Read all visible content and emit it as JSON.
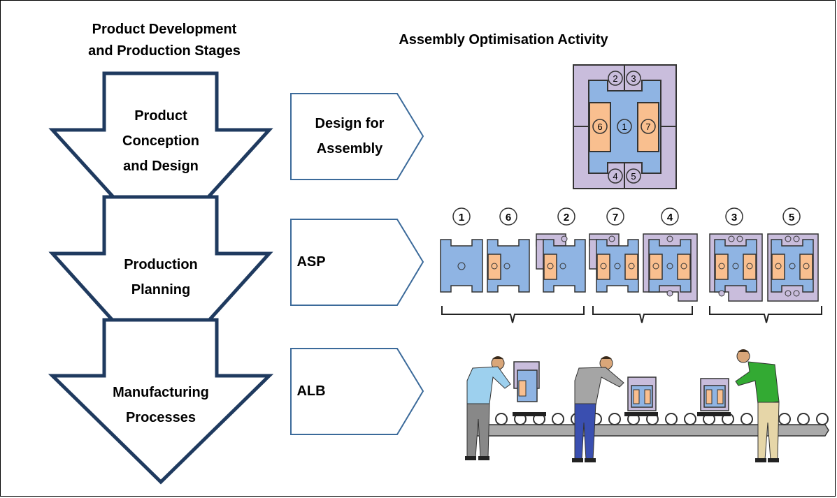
{
  "headers": {
    "left_line1": "Product Development",
    "left_line2": "and Production Stages",
    "right": "Assembly Optimisation Activity"
  },
  "stages": [
    {
      "line1": "Product",
      "line2": "Conception",
      "line3": "and Design"
    },
    {
      "line1": "Production",
      "line2": "Planning"
    },
    {
      "line1": "Manufacturing",
      "line2": "Processes"
    }
  ],
  "activities": [
    {
      "line1": "Design for",
      "line2": "Assembly"
    },
    {
      "line1": "ASP"
    },
    {
      "line1": "ALB"
    }
  ],
  "product_parts": [
    "1",
    "2",
    "3",
    "4",
    "5",
    "6",
    "7"
  ],
  "sequence_steps": [
    "1",
    "6",
    "2",
    "7",
    "4",
    "3",
    "5"
  ],
  "colors": {
    "arrow_stroke": "#1f3a5f",
    "activity_stroke": "#3b6a9a",
    "part_blue": "#8fb4e3",
    "part_orange": "#f9bf8f",
    "part_purple": "#c9bddc"
  }
}
